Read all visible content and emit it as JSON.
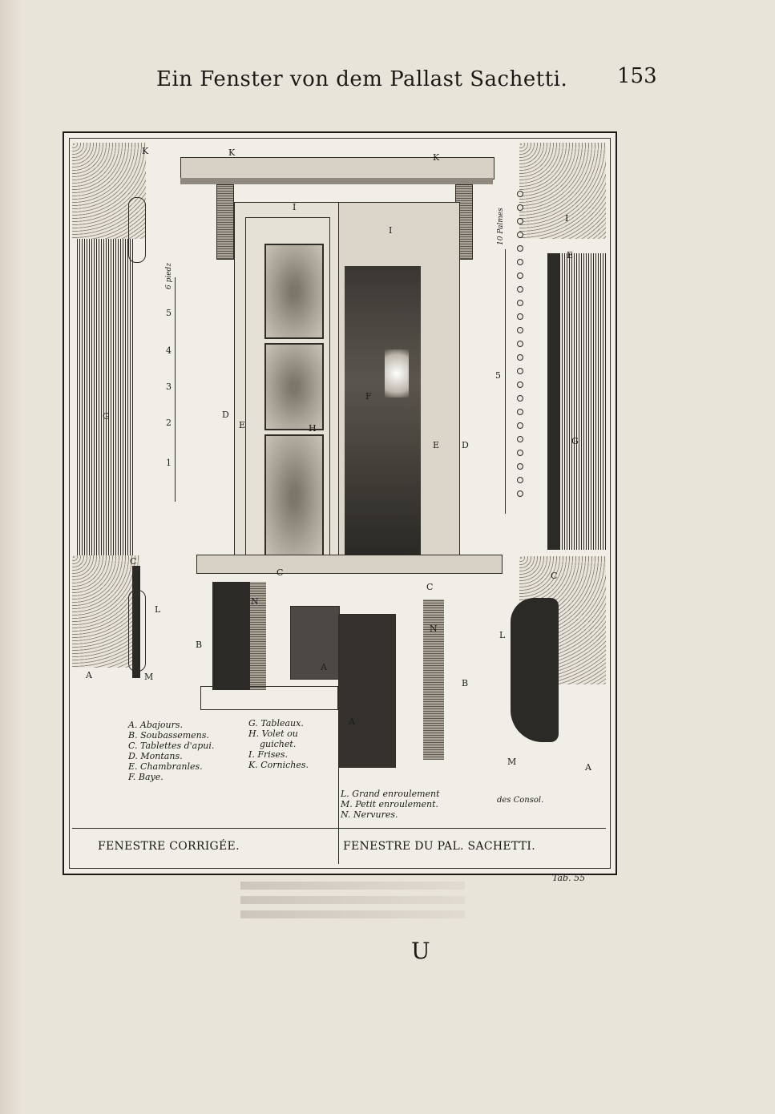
{
  "page": {
    "header": "Ein Fenster von dem Pallast Sachetti.",
    "page_number": "153",
    "plate_ref": "Tab. 55",
    "signature": "U"
  },
  "plate": {
    "left_caption": "FENESTRE CORRIGÉE.",
    "right_caption": "FENESTRE DU PAL. SACHETTI.",
    "scale_left": "6 piedz",
    "scale_right": "10 Palmes",
    "scale_marks_left": [
      "1",
      "2",
      "3",
      "4",
      "5"
    ],
    "scale_marks_right": [
      "5"
    ],
    "legend_left": [
      "A. Abajours.",
      "B. Soubassemens.",
      "C. Tablettes d'apui.",
      "D. Montans.",
      "E. Chambranles.",
      "F. Baye."
    ],
    "legend_middle": [
      "G. Tableaux.",
      "H. Volet ou",
      "guichet.",
      "I. Frises.",
      "K. Corniches."
    ],
    "legend_right": [
      "L. Grand enroulement",
      "M. Petit enroulement.",
      "N. Nervures."
    ],
    "legend_right_group": "des Consol.",
    "letters": {
      "K": "K",
      "I": "I",
      "D": "D",
      "H": "H",
      "G": "G",
      "E": "E",
      "C": "C",
      "L": "L",
      "B": "B",
      "N": "N",
      "A": "A",
      "M": "M",
      "F": "F"
    }
  }
}
